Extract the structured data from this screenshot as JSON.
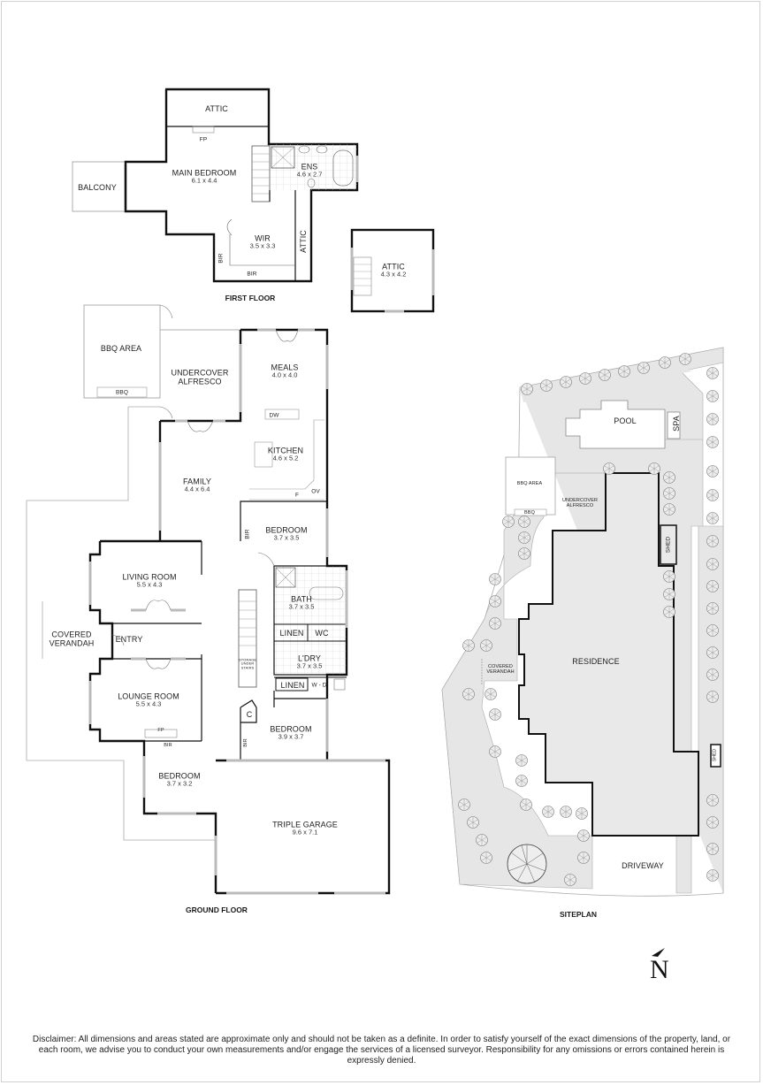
{
  "first_floor": {
    "title": "FIRST FLOOR",
    "rooms": [
      {
        "name": "ATTIC",
        "dims": ""
      },
      {
        "name": "FP",
        "dims": ""
      },
      {
        "name": "MAIN BEDROOM",
        "dims": "6.1 x 4.4"
      },
      {
        "name": "ENS",
        "dims": "4.6 x 2.7"
      },
      {
        "name": "BALCONY",
        "dims": ""
      },
      {
        "name": "WIR",
        "dims": "3.5 x 3.3"
      },
      {
        "name": "ATTIC",
        "dims": ""
      },
      {
        "name": "BIR",
        "dims": ""
      },
      {
        "name": "BIR",
        "dims": ""
      },
      {
        "name": "ATTIC",
        "dims": "4.3 x 4.2"
      }
    ]
  },
  "ground_floor": {
    "title": "GROUND FLOOR",
    "rooms": [
      {
        "name": "BBQ AREA",
        "dims": ""
      },
      {
        "name": "BBQ",
        "dims": ""
      },
      {
        "name": "UNDERCOVER ALFRESCO",
        "dims": ""
      },
      {
        "name": "MEALS",
        "dims": "4.0 x 4.0"
      },
      {
        "name": "DW",
        "dims": ""
      },
      {
        "name": "KITCHEN",
        "dims": "4.6 x 5.2"
      },
      {
        "name": "F",
        "dims": ""
      },
      {
        "name": "OV",
        "dims": ""
      },
      {
        "name": "FAMILY",
        "dims": "4.4 x 6.4"
      },
      {
        "name": "BEDROOM",
        "dims": "3.7 x 3.5"
      },
      {
        "name": "BIR",
        "dims": ""
      },
      {
        "name": "LIVING ROOM",
        "dims": "5.5 x 4.3"
      },
      {
        "name": "BATH",
        "dims": "3.7 x 3.5"
      },
      {
        "name": "LINEN",
        "dims": ""
      },
      {
        "name": "WC",
        "dims": ""
      },
      {
        "name": "COVERED VERANDAH",
        "dims": ""
      },
      {
        "name": "ENTRY",
        "dims": ""
      },
      {
        "name": "STORAGE UNDER STAIRS",
        "dims": ""
      },
      {
        "name": "L'DRY",
        "dims": "3.7 x 3.5"
      },
      {
        "name": "LINEN",
        "dims": ""
      },
      {
        "name": "W - D",
        "dims": ""
      },
      {
        "name": "LOUNGE ROOM",
        "dims": "5.5 x 4.3"
      },
      {
        "name": "C",
        "dims": ""
      },
      {
        "name": "BEDROOM",
        "dims": "3.9 x 3.7"
      },
      {
        "name": "FP",
        "dims": ""
      },
      {
        "name": "BIR",
        "dims": ""
      },
      {
        "name": "BIR",
        "dims": ""
      },
      {
        "name": "BEDROOM",
        "dims": "3.7 x 3.2"
      },
      {
        "name": "TRIPLE GARAGE",
        "dims": "9.6 x 7.1"
      }
    ]
  },
  "siteplan": {
    "title": "SITEPLAN",
    "areas": [
      {
        "name": "POOL"
      },
      {
        "name": "SPA"
      },
      {
        "name": "BBQ AREA"
      },
      {
        "name": "BBQ"
      },
      {
        "name": "UNDERCOVER ALFRESCO"
      },
      {
        "name": "SHED"
      },
      {
        "name": "RESIDENCE"
      },
      {
        "name": "COVERED VERANDAH"
      },
      {
        "name": "SHED"
      },
      {
        "name": "DRIVEWAY"
      }
    ]
  },
  "north_arrow": {
    "label": "N",
    "icon": "north-arrow-icon"
  },
  "disclaimer": "Disclaimer: All dimensions and areas stated are approximate only and should not be taken as a definite. In order to satisfy yourself of the exact dimensions of the property, land, or each room, we advise you to conduct your own measurements and/or engage the services of a licensed surveyor. Responsibility for any omissions or errors contained herein is expressly denied.",
  "colors": {
    "wall": "#111111",
    "thin_line": "#9a9a9a",
    "window": "#bdbdbd",
    "landscape_fill": "#e6e6e6",
    "residence_fill": "#e9e9e9"
  }
}
